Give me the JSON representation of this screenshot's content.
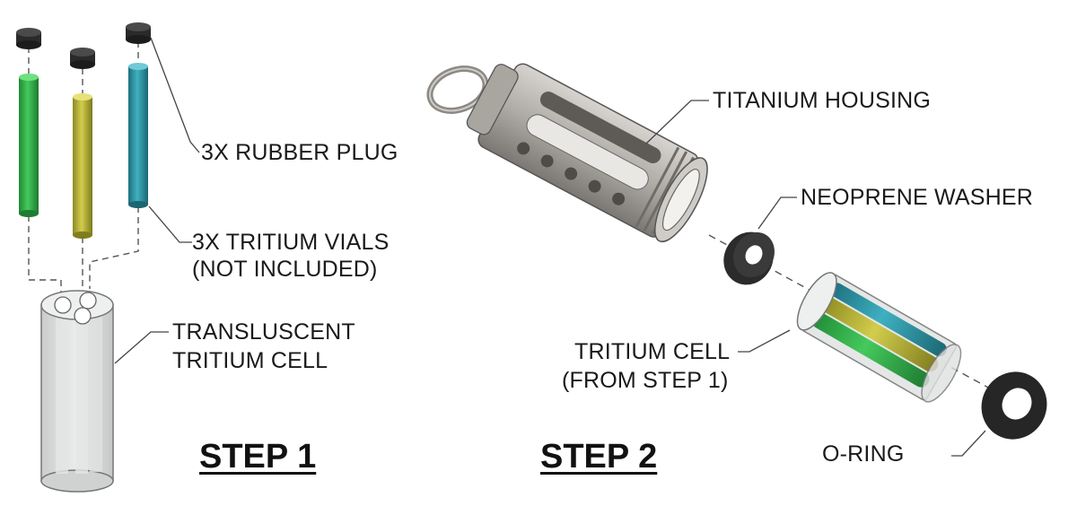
{
  "labels": {
    "rubber_plug": "3X RUBBER PLUG",
    "vials_1": "3X TRITIUM VIALS",
    "vials_2": "(NOT INCLUDED)",
    "cell_1": "TRANSLUSCENT",
    "cell_2": "TRITIUM CELL",
    "housing": "TITANIUM HOUSING",
    "washer": "NEOPRENE WASHER",
    "cell_step_1": "TRITIUM CELL",
    "cell_step_2": "(FROM STEP 1)",
    "oring": "O-RING"
  },
  "steps": {
    "step1": "STEP 1",
    "step2": "STEP 2"
  },
  "colors": {
    "vial_green": "#2fb34a",
    "vial_yellow": "#b9b43a",
    "vial_teal": "#2d98a8",
    "plug": "#2a2a2a",
    "housing": "#b9b6b0",
    "washer": "#2b2b2b",
    "cell_glass": "#d6d9d8"
  }
}
